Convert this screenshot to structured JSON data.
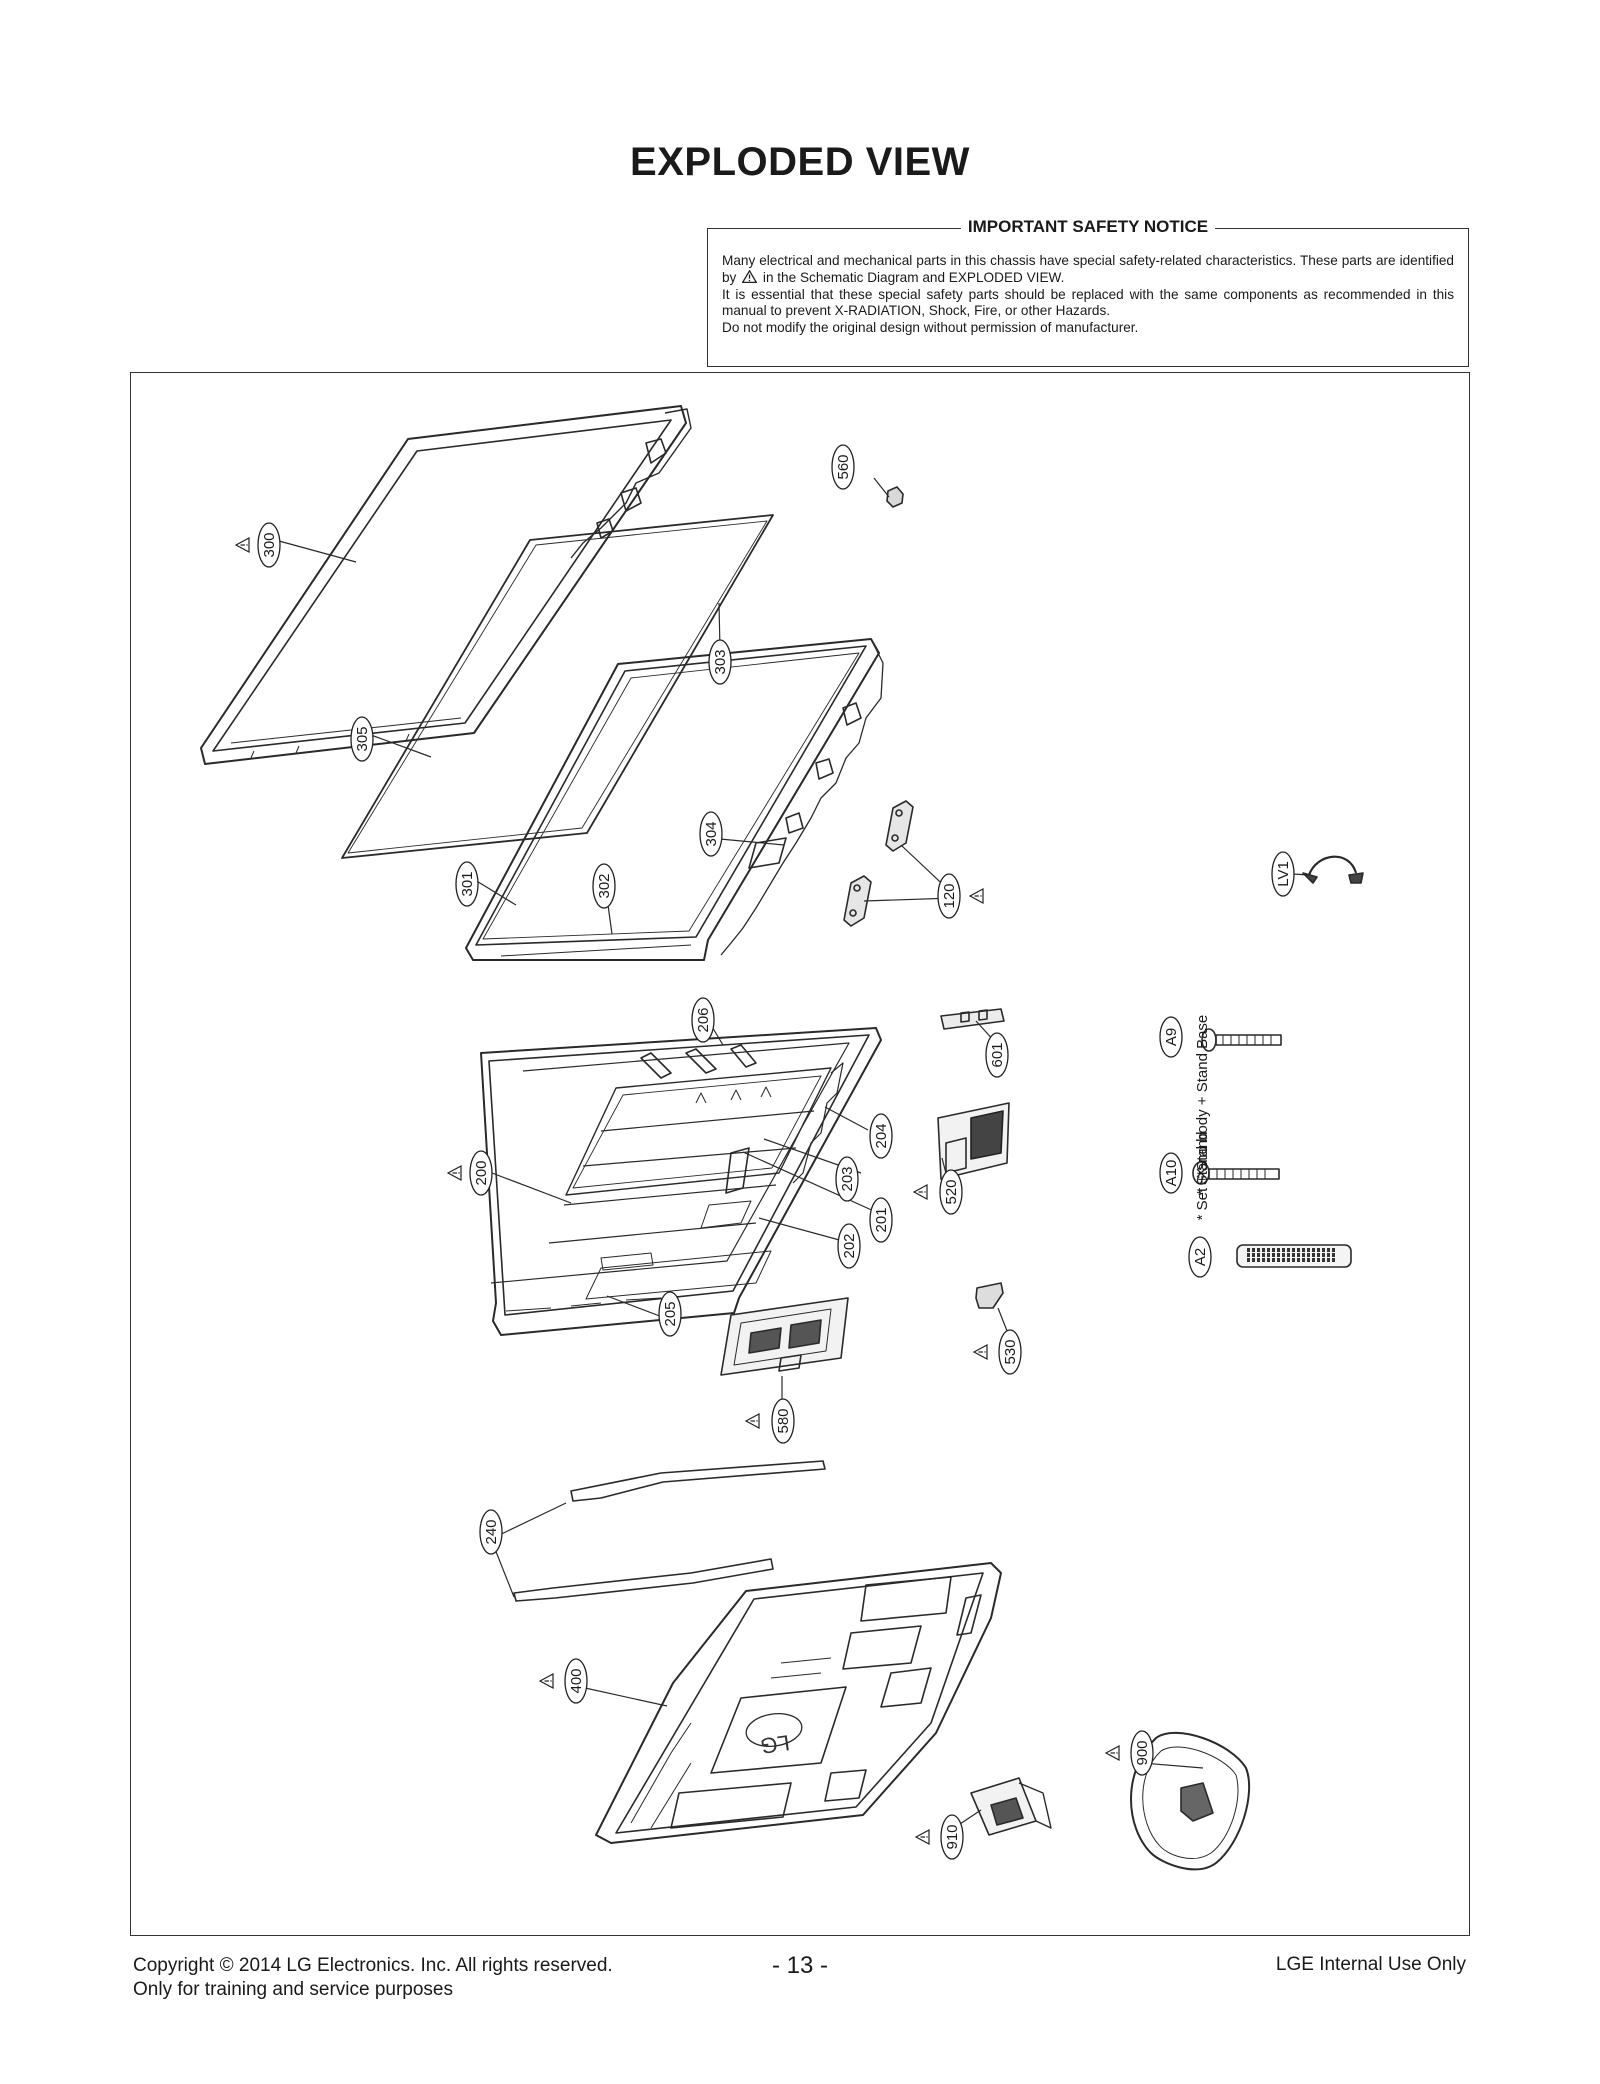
{
  "title": "EXPLODED VIEW",
  "notice": {
    "heading": "IMPORTANT SAFETY NOTICE",
    "line1": "Many electrical and mechanical parts in this chassis have special safety-related characteristics. These parts are identified by",
    "line1_tail": "in the Schematic Diagram and EXPLODED VIEW.",
    "line2": "It is essential that these special safety parts should be replaced with the same components as recommended in this manual to prevent X-RADIATION, Shock, Fire, or other Hazards.",
    "line3": "Do not modify the original design without permission of manufacturer."
  },
  "diagram": {
    "part_labels": {
      "p300": "300",
      "p305": "305",
      "p303": "303",
      "p304": "304",
      "p301": "301",
      "p302": "302",
      "p560": "560",
      "p120": "120",
      "pLV1": "LV1",
      "p206": "206",
      "p204": "204",
      "p203": "203",
      "p201": "201",
      "p200": "200",
      "p202": "202",
      "p205": "205",
      "p601": "601",
      "p520": "520",
      "p530": "530",
      "p580": "580",
      "pA9": "A9",
      "pA10": "A10",
      "pA2": "A2",
      "p240": "240",
      "p400": "400",
      "p900": "900",
      "p910": "910"
    },
    "stand_note_1": "* Stand body + Stand Base",
    "stand_note_2": "* Set + Stand",
    "logo_text": "LG"
  },
  "footer": {
    "copyright": "Copyright  © 2014  LG Electronics. Inc. All rights reserved.",
    "purpose": "Only for training and service purposes",
    "page_number": "- 13 -",
    "internal": "LGE Internal Use Only"
  }
}
